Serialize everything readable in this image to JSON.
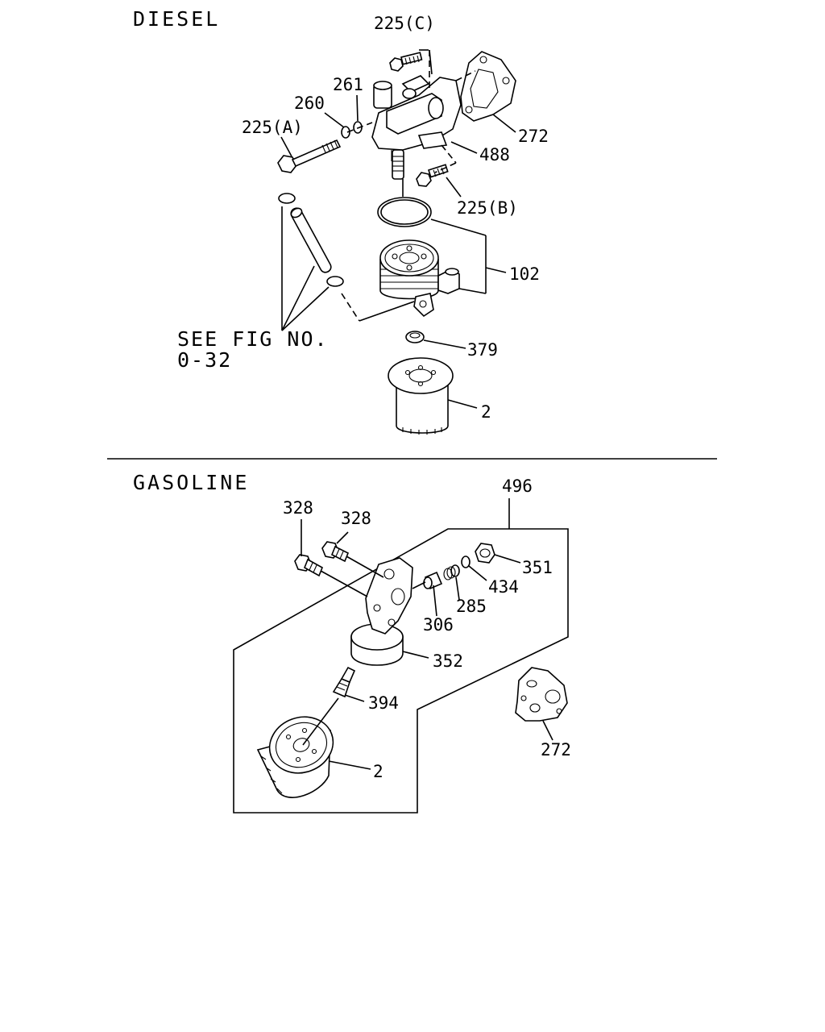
{
  "sections": {
    "diesel_title": "DIESEL",
    "gasoline_title": "GASOLINE"
  },
  "reference_note": {
    "line1": "SEE FIG NO.",
    "line2": "0-32"
  },
  "diesel_callouts": {
    "c225c": "225(C)",
    "c261": "261",
    "c260": "260",
    "c225a": "225(A)",
    "c272": "272",
    "c488": "488",
    "c225b": "225(B)",
    "c102": "102",
    "c379": "379",
    "c2": "2"
  },
  "gasoline_callouts": {
    "c496": "496",
    "c328a": "328",
    "c328b": "328",
    "c351": "351",
    "c434": "434",
    "c285": "285",
    "c306": "306",
    "c352": "352",
    "c394": "394",
    "c2": "2",
    "c272": "272"
  }
}
